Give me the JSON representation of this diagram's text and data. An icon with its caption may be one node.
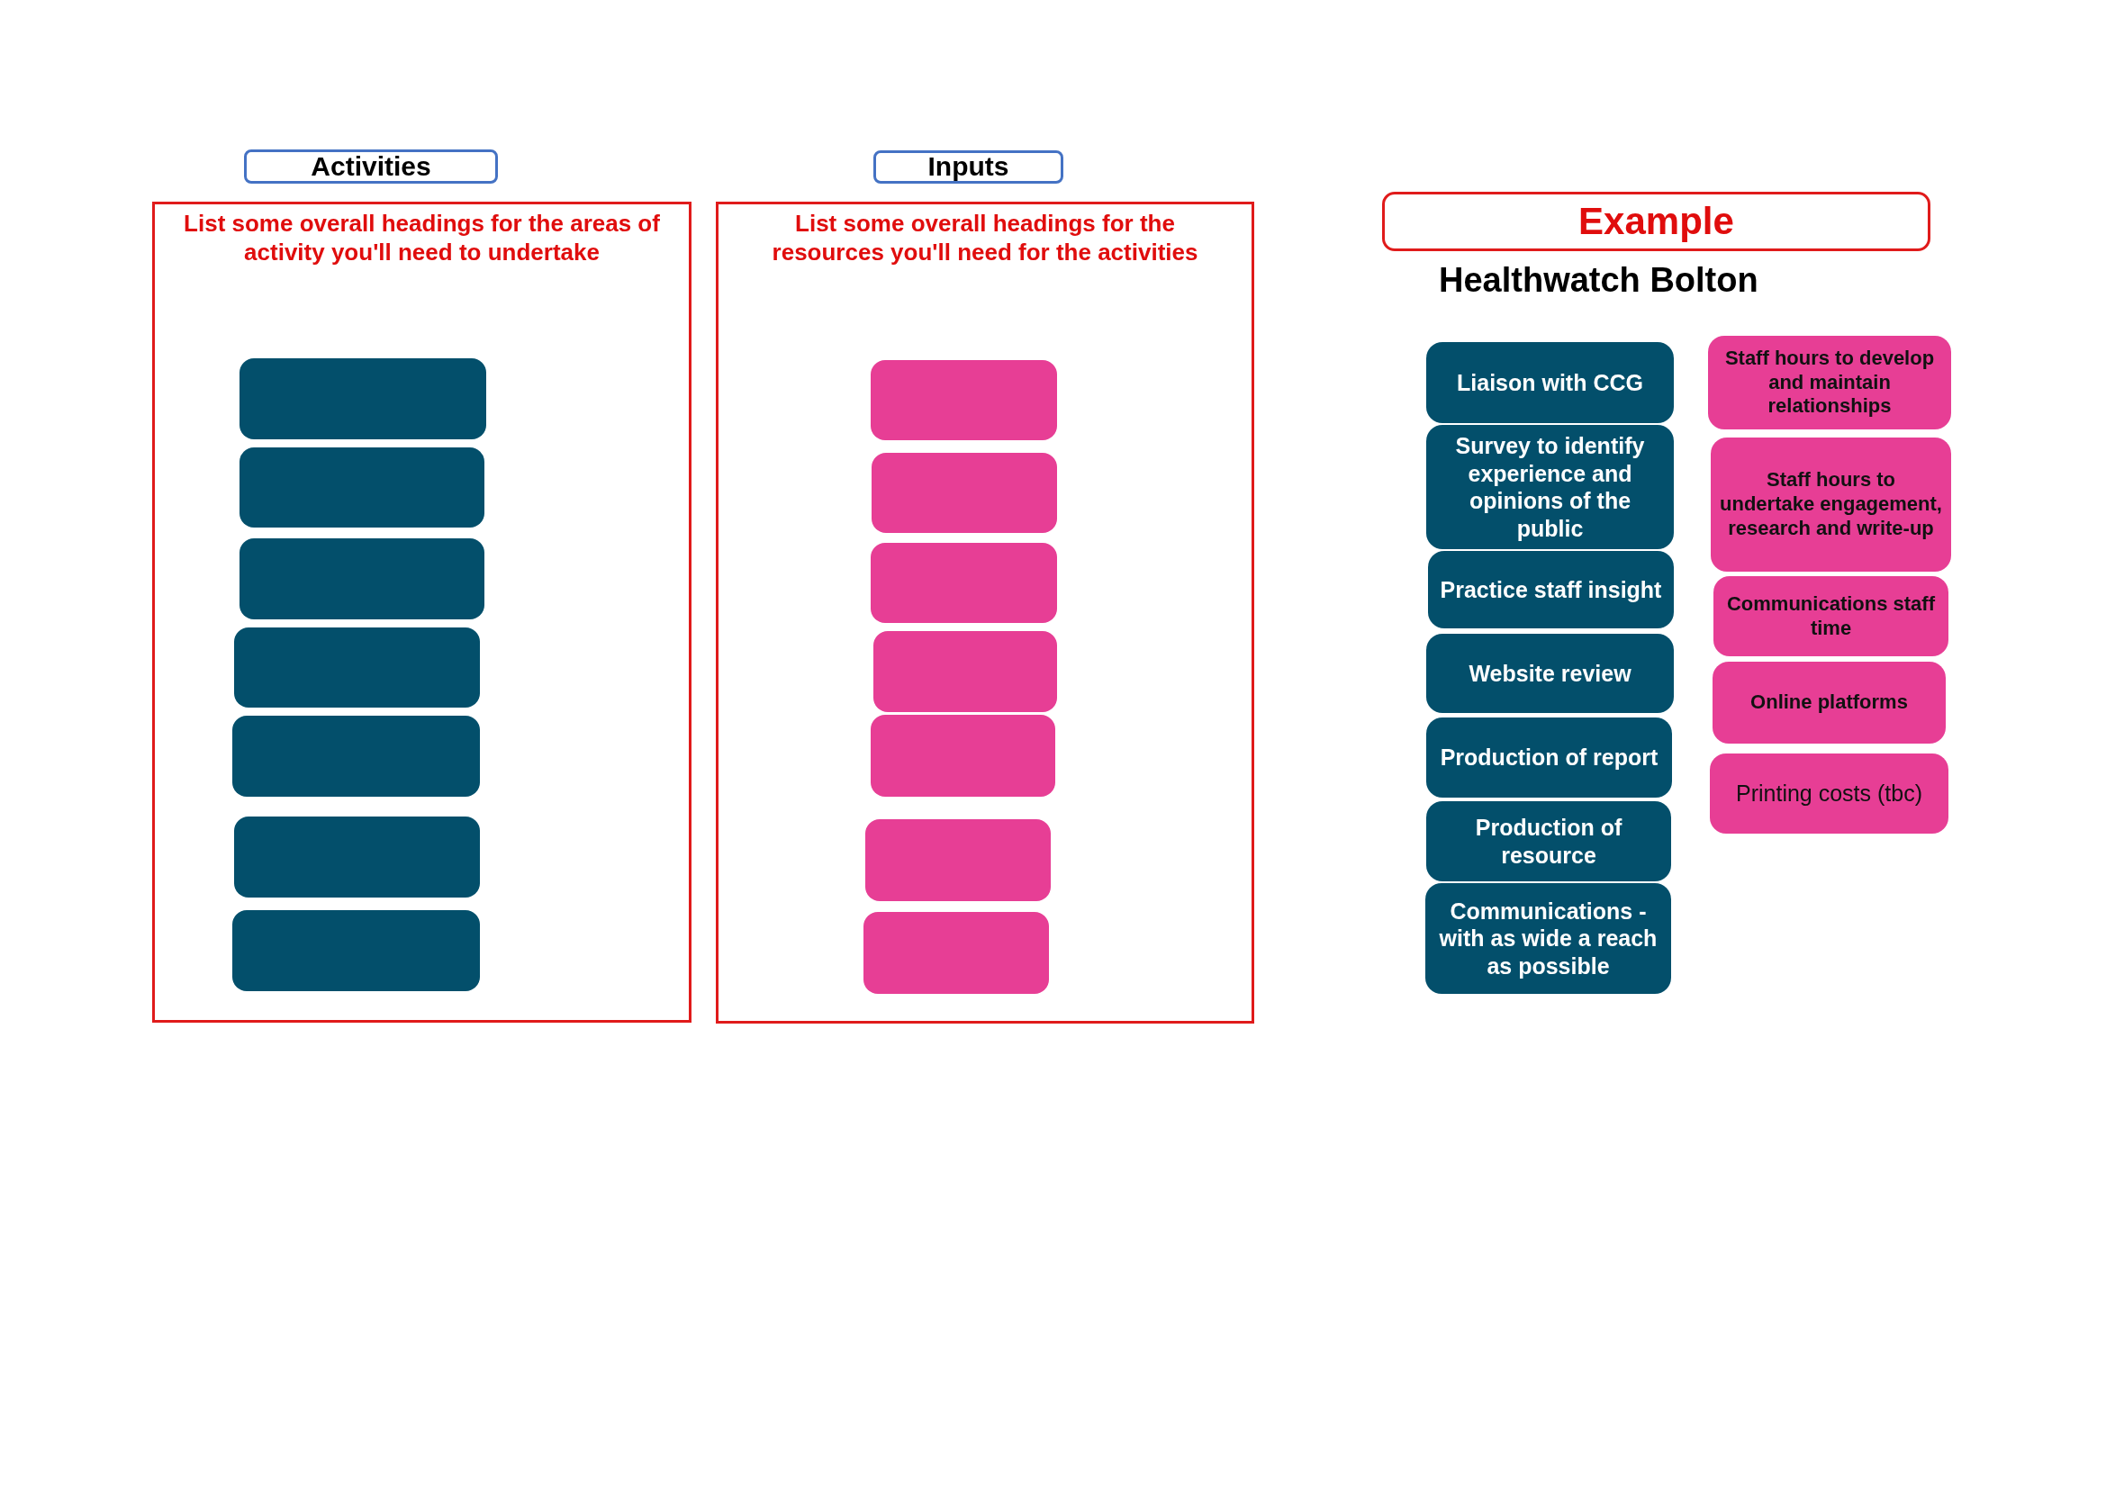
{
  "diagram": {
    "nodes": [
      {
        "text": [
          "Activities"
        ]
      },
      {
        "text": [
          "List some overall headings for the areas of activity you'll need to undertake"
        ]
      },
      {
        "text": [],
        "shape": "box",
        "in": 1
      },
      {
        "text": [],
        "shape": "box",
        "in": 1
      },
      {
        "text": [],
        "shape": "box",
        "in": 1
      },
      {
        "text": [],
        "shape": "box",
        "in": 1
      },
      {
        "text": [],
        "shape": "box",
        "in": 1
      },
      {
        "text": [],
        "shape": "box",
        "in": 1
      },
      {
        "text": [],
        "shape": "box",
        "in": 1
      },
      {
        "text": [
          "Inputs"
        ]
      },
      {
        "text": [
          "List some overall headings for the resources you'll need for the activities"
        ]
      },
      {
        "text": [],
        "shape": "box",
        "in": 10
      },
      {
        "text": [],
        "shape": "box",
        "in": 10
      },
      {
        "text": [],
        "shape": "box",
        "in": 10
      },
      {
        "text": [],
        "shape": "box",
        "in": 10
      },
      {
        "text": [],
        "shape": "box",
        "in": 10
      },
      {
        "text": [],
        "shape": "box",
        "in": 10
      },
      {
        "text": [],
        "shape": "box",
        "in": 10
      },
      {
        "text": [
          "Example"
        ]
      },
      {
        "text": [
          "Liaison with CCG"
        ]
      },
      {
        "text": [
          "Survey to identify experience and opinions of the public"
        ]
      },
      {
        "text": [
          "Practice staff insight"
        ]
      },
      {
        "text": [
          "Website review"
        ]
      },
      {
        "text": [
          "Production of report"
        ]
      },
      {
        "text": [
          "Production of resource"
        ]
      },
      {
        "text": [
          "Communications - with as wide a reach as possible"
        ]
      },
      {
        "text": [
          "Staff hours to develop and maintain relationships"
        ]
      },
      {
        "text": [
          "Staff hours to undertake engagement, research and write-up"
        ]
      },
      {
        "text": [
          "Communications staff time"
        ]
      },
      {
        "text": [
          "Online platforms"
        ]
      },
      {
        "text": [
          "Printing costs (tbc)"
        ]
      }
    ],
    "labels": [
      "Healthwatch Bolton"
    ]
  }
}
